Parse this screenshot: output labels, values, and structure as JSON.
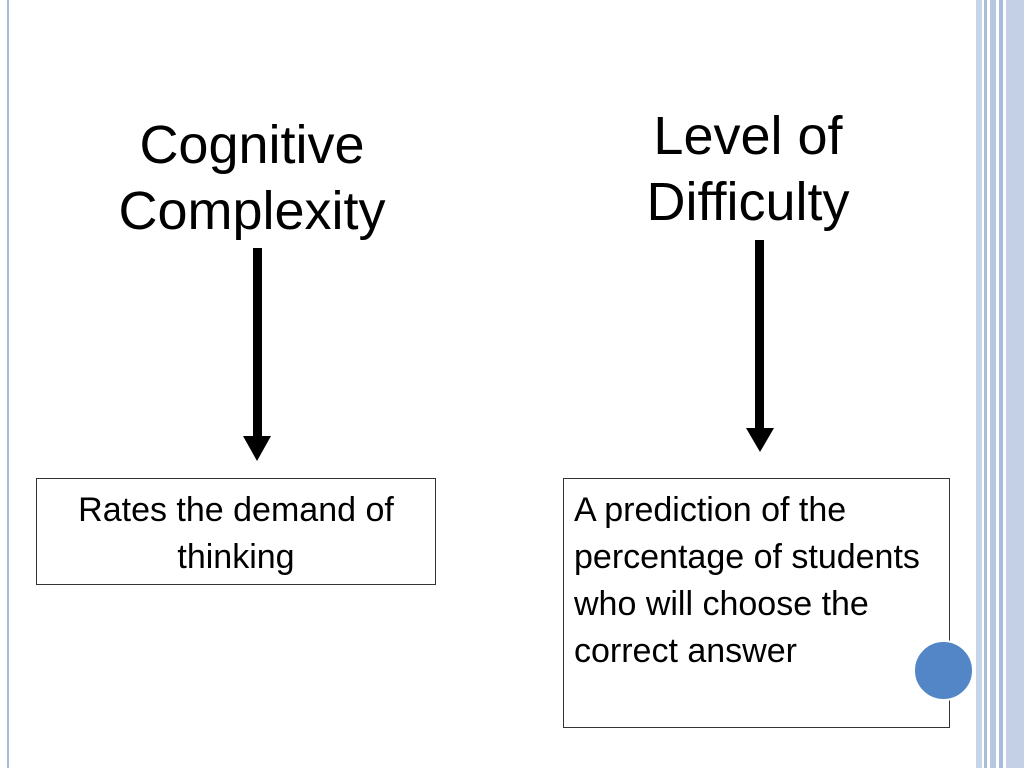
{
  "diagram": {
    "left_column": {
      "heading": "Cognitive\nComplexity",
      "description": "Rates the demand of thinking"
    },
    "right_column": {
      "heading": "Level of\nDifficulty",
      "description": "A prediction of the percentage of students who will choose the correct answer"
    }
  },
  "colors": {
    "frame_stripe": "#a9bcd9",
    "accent_dot": "#5386c6",
    "arrow": "#000000"
  }
}
